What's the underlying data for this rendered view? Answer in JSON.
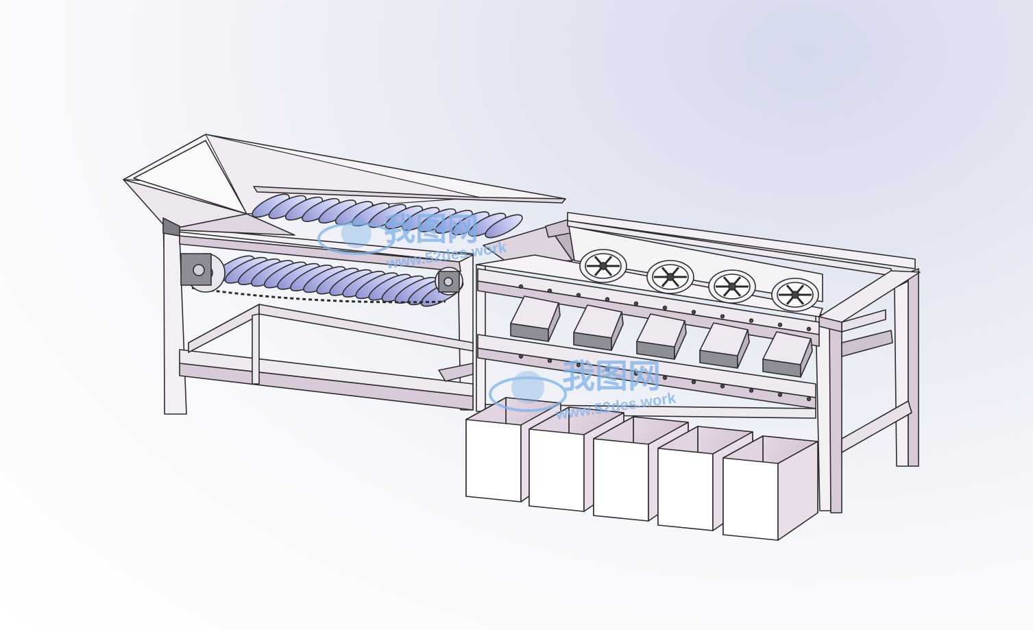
{
  "watermark": {
    "cn_label": "我图网",
    "url_label": "www.52des.work",
    "color": "#7fb2e8"
  },
  "colors": {
    "frame_fill": "#f3eff4",
    "shade_fill": "#d8cad9",
    "roller_fill": "#b9bdec",
    "outline": "#2b2b2b",
    "bin_side": "#d9c9d8"
  },
  "drawing": {
    "hopper": "hopper",
    "roller_conveyor": "roller-conveyor",
    "sorting_table": "sorting-table",
    "bins_count": 5,
    "wheels_count": 4
  }
}
